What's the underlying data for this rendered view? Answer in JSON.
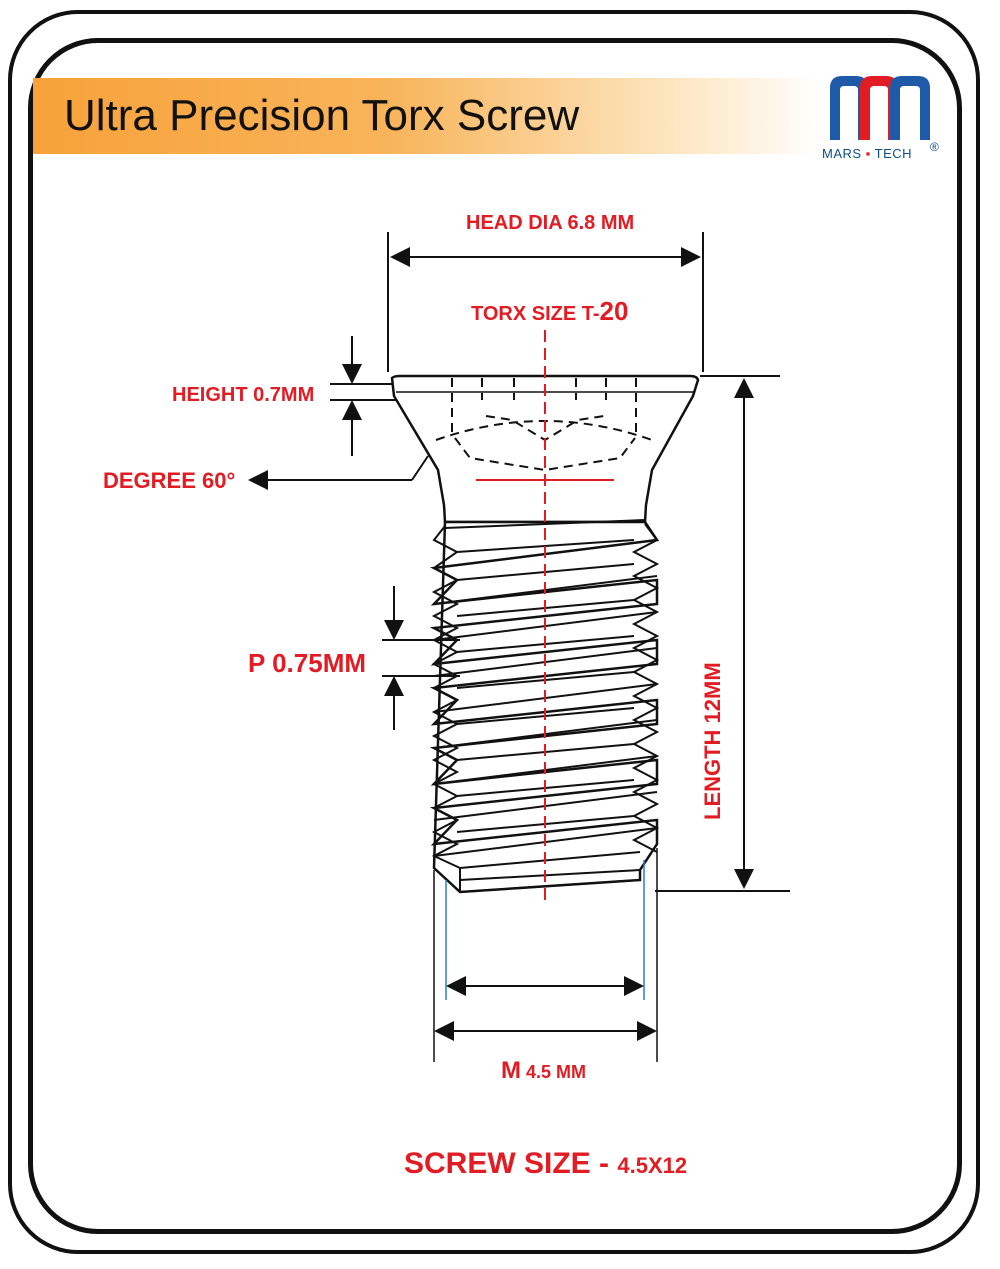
{
  "title": "Ultra Precision Torx Screw",
  "brand": {
    "name_left": "MARS",
    "name_right": "TECH",
    "registered": "®",
    "colors": {
      "blue": "#1f5aa8",
      "red": "#e21c23"
    }
  },
  "labels": {
    "head_dia": "HEAD DIA 6.8 MM",
    "torx_size_prefix": "TORX SIZE T-",
    "torx_size_value": "20",
    "height": "HEIGHT 0.7MM",
    "degree": "DEGREE 60°",
    "pitch": "P 0.75MM",
    "length": "LENGTH 12MM",
    "thread_prefix": "M",
    "thread_value": "4.5 MM",
    "screw_size_prefix": "SCREW SIZE -",
    "screw_size_value": "4.5X12"
  },
  "colors": {
    "accent_red": "#e21c23",
    "title_band": "#f7a23a",
    "outline": "#111111"
  }
}
